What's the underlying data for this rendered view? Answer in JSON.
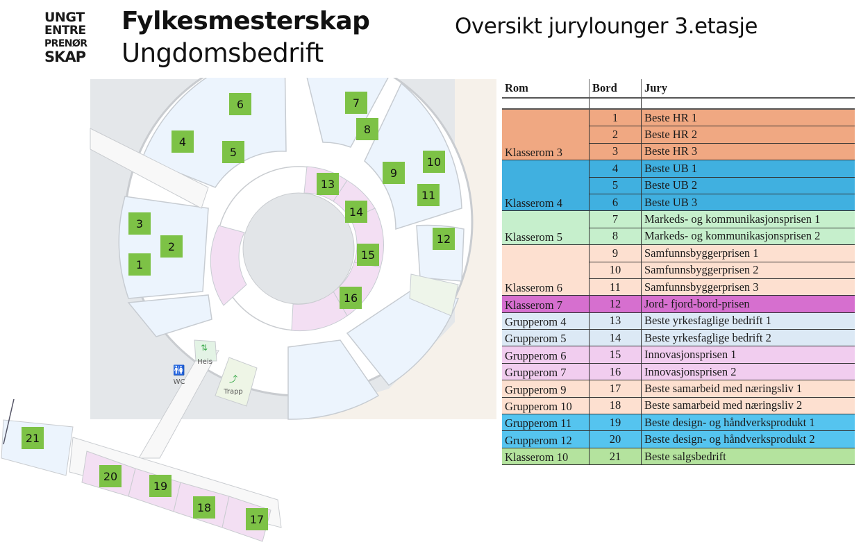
{
  "header": {
    "logo_lines": [
      "UNGT",
      "ENTRE",
      "PRENØR",
      "SKAP"
    ],
    "title": "Fylkesmesterskap",
    "subtitle": "Ungdomsbedrift",
    "heading": "Oversikt jurylounger 3.etasje"
  },
  "colors": {
    "table_marker": "#7dc246",
    "klasserom3": "#f0a882",
    "klasserom4": "#40b0e0",
    "klasserom5": "#c6efcc",
    "klasserom6": "#fde0d0",
    "klasserom7": "#d66fcf",
    "grupperom_blue": "#dce9f5",
    "grupperom_pink": "#f1cdef",
    "grupperom_peach": "#fde0d0",
    "grupperom_cyan": "#55c4ef",
    "klasserom10": "#b4e39e"
  },
  "map": {
    "labels": {
      "elevator": "Heis",
      "toilet": "WC",
      "stairs": "Trapp"
    },
    "markers": [
      "1",
      "2",
      "3",
      "4",
      "5",
      "6",
      "7",
      "8",
      "9",
      "10",
      "11",
      "12",
      "13",
      "14",
      "15",
      "16",
      "17",
      "18",
      "19",
      "20",
      "21"
    ]
  },
  "table": {
    "headers": [
      "Rom",
      "Bord",
      "Jury"
    ],
    "groups": [
      {
        "room": "Klasserom 3",
        "color_key": "klasserom3",
        "rows": [
          {
            "bord": "1",
            "jury": "Beste HR 1"
          },
          {
            "bord": "2",
            "jury": "Beste HR 2"
          },
          {
            "bord": "3",
            "jury": "Beste HR 3"
          }
        ]
      },
      {
        "room": "Klasserom 4",
        "color_key": "klasserom4",
        "rows": [
          {
            "bord": "4",
            "jury": "Beste UB 1"
          },
          {
            "bord": "5",
            "jury": "Beste UB 2"
          },
          {
            "bord": "6",
            "jury": "Beste UB 3"
          }
        ]
      },
      {
        "room": "Klasserom 5",
        "color_key": "klasserom5",
        "rows": [
          {
            "bord": "7",
            "jury": "Markeds- og kommunikasjonsprisen 1"
          },
          {
            "bord": "8",
            "jury": "Markeds- og kommunikasjonsprisen 2"
          }
        ]
      },
      {
        "room": "Klasserom 6",
        "color_key": "klasserom6",
        "rows": [
          {
            "bord": "9",
            "jury": "Samfunnsbyggerprisen 1"
          },
          {
            "bord": "10",
            "jury": "Samfunnsbyggerprisen 2"
          },
          {
            "bord": "11",
            "jury": "Samfunnsbyggerprisen 3"
          }
        ]
      },
      {
        "room": "Klasserom 7",
        "color_key": "klasserom7",
        "rows": [
          {
            "bord": "12",
            "jury": "Jord- fjord-bord-prisen"
          }
        ]
      },
      {
        "room": "Grupperom 4",
        "color_key": "grupperom_blue",
        "rows": [
          {
            "bord": "13",
            "jury": "Beste yrkesfaglige bedrift 1"
          }
        ]
      },
      {
        "room": "Grupperom 5",
        "color_key": "grupperom_blue",
        "rows": [
          {
            "bord": "14",
            "jury": "Beste yrkesfaglige bedrift 2"
          }
        ]
      },
      {
        "room": "Grupperom 6",
        "color_key": "grupperom_pink",
        "rows": [
          {
            "bord": "15",
            "jury": "Innovasjonsprisen 1"
          }
        ]
      },
      {
        "room": "Grupperom 7",
        "color_key": "grupperom_pink",
        "rows": [
          {
            "bord": "16",
            "jury": "Innovasjonsprisen 2"
          }
        ]
      },
      {
        "room": "Grupperom 9",
        "color_key": "grupperom_peach",
        "rows": [
          {
            "bord": "17",
            "jury": "Beste samarbeid med næringsliv 1"
          }
        ]
      },
      {
        "room": "Grupperom 10",
        "color_key": "grupperom_peach",
        "rows": [
          {
            "bord": "18",
            "jury": "Beste samarbeid med næringsliv 2"
          }
        ]
      },
      {
        "room": "Grupperom 11",
        "color_key": "grupperom_cyan",
        "rows": [
          {
            "bord": "19",
            "jury": "Beste design- og håndverksprodukt 1"
          }
        ]
      },
      {
        "room": "Grupperom 12",
        "color_key": "grupperom_cyan",
        "rows": [
          {
            "bord": "20",
            "jury": "Beste design- og håndverksprodukt 2"
          }
        ]
      },
      {
        "room": "Klasserom 10",
        "color_key": "klasserom10",
        "rows": [
          {
            "bord": "21",
            "jury": "Beste salgsbedrift"
          }
        ]
      }
    ]
  }
}
